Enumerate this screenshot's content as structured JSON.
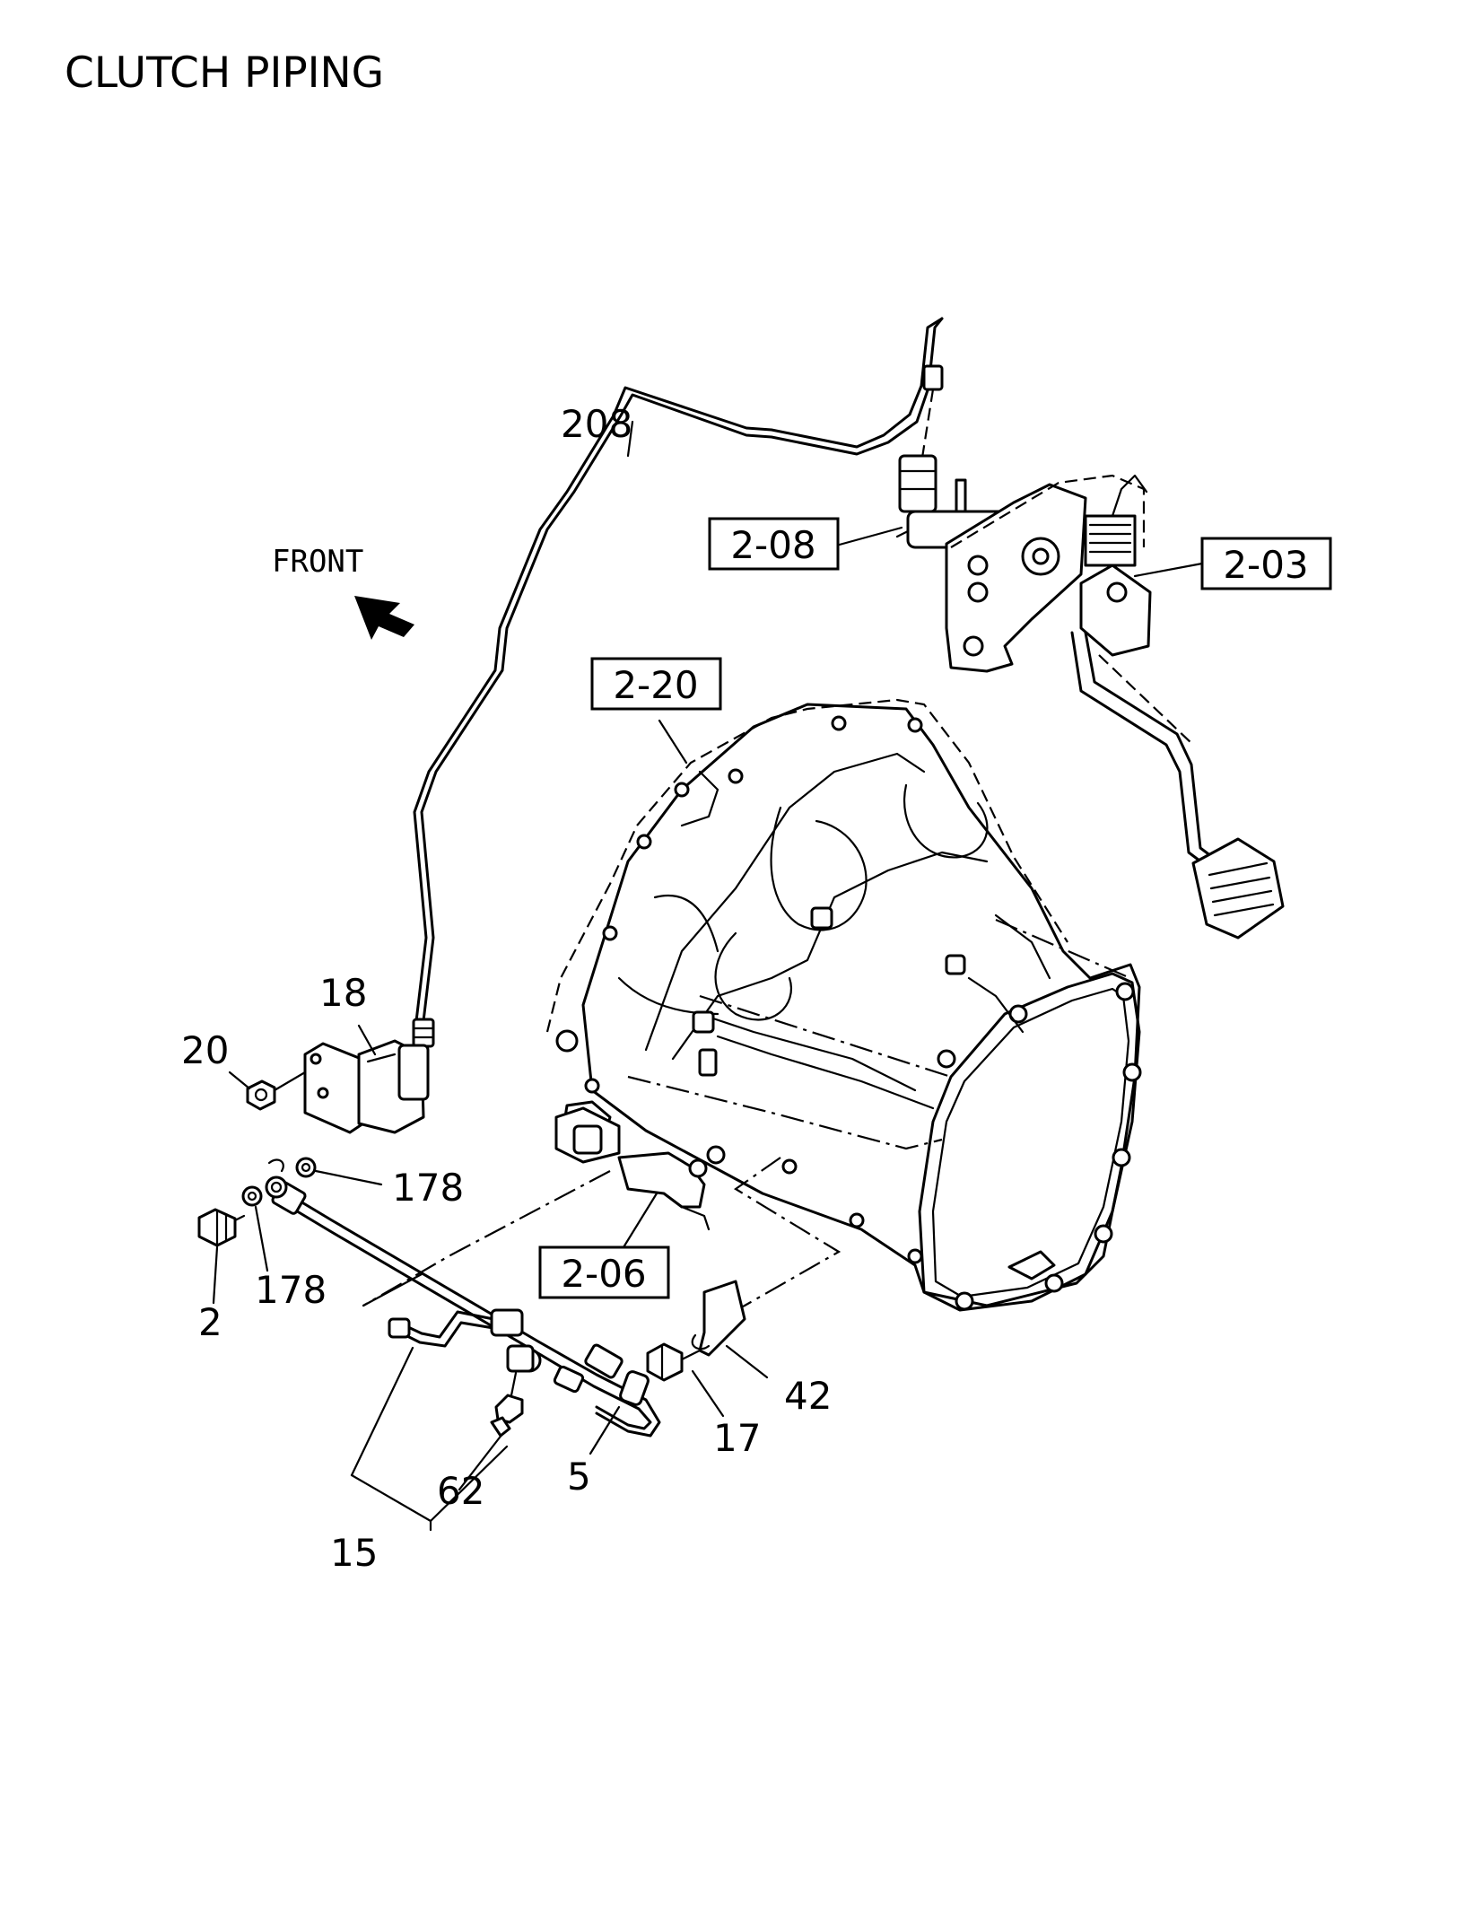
{
  "title": "CLUTCH PIPING",
  "direction": {
    "label": "FRONT",
    "icon": "front-arrow-icon"
  },
  "boxed_refs": [
    {
      "id": "ref-2-08",
      "text": "2-08"
    },
    {
      "id": "ref-2-03",
      "text": "2-03"
    },
    {
      "id": "ref-2-20",
      "text": "2-20"
    },
    {
      "id": "ref-2-06",
      "text": "2-06"
    }
  ],
  "callouts": [
    {
      "id": "c208",
      "text": "208"
    },
    {
      "id": "c18",
      "text": "18"
    },
    {
      "id": "c20",
      "text": "20"
    },
    {
      "id": "c178a",
      "text": "178"
    },
    {
      "id": "c178b",
      "text": "178"
    },
    {
      "id": "c2",
      "text": "2"
    },
    {
      "id": "c17",
      "text": "17"
    },
    {
      "id": "c42",
      "text": "42"
    },
    {
      "id": "c5",
      "text": "5"
    },
    {
      "id": "c62",
      "text": "62"
    },
    {
      "id": "c15",
      "text": "15"
    }
  ]
}
